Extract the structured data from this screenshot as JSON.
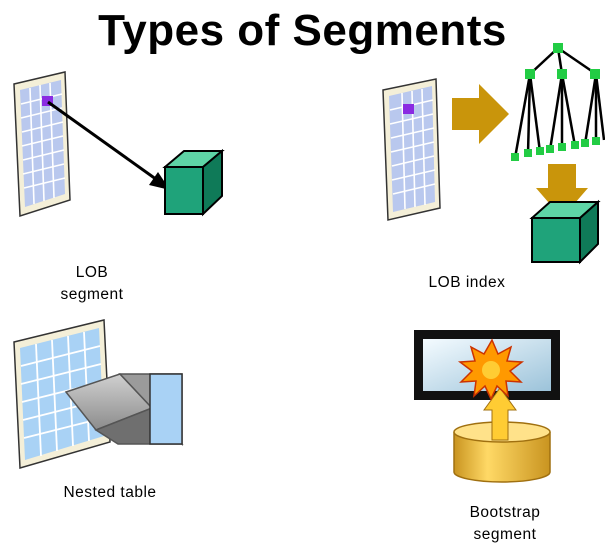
{
  "title": "Types of Segments",
  "items": [
    {
      "id": "lob-segment",
      "label_lines": [
        "LOB",
        "segment"
      ]
    },
    {
      "id": "lob-index",
      "label_lines": [
        "LOB index"
      ]
    },
    {
      "id": "nested-table",
      "label_lines": [
        "Nested table"
      ]
    },
    {
      "id": "bootstrap-segment",
      "label_lines": [
        "Bootstrap",
        "segment"
      ]
    }
  ],
  "colors": {
    "grid_bg": "#f4efd8",
    "grid_cells": "#b9c8ee",
    "grid_cells_light": "#a9d2f5",
    "highlight_cell": "#8a2be2",
    "cube_face": "#1fa37a",
    "cube_top": "#5ed4a6",
    "cube_side": "#0f7a58",
    "arrow_gold": "#c9950b",
    "tree_node": "#22cc44",
    "starburst": "#ff9900",
    "cylinder": "#f0c040",
    "monitor_frame": "#111111",
    "monitor_screen": "#cfe3ef"
  }
}
